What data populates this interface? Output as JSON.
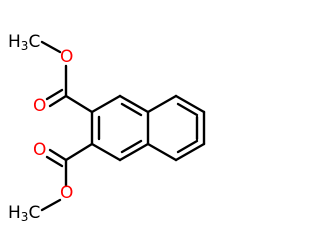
{
  "molecule": {
    "labels": {
      "methyl_top": "H3C",
      "methyl_bottom": "H3C",
      "ether_o_top": "O",
      "carbonyl_o_top": "O",
      "carbonyl_o_bottom": "O",
      "ether_o_bottom": "O"
    }
  },
  "colors": {
    "bond": "#000000",
    "oxygen": "#ff0000",
    "carbon": "#000000"
  }
}
